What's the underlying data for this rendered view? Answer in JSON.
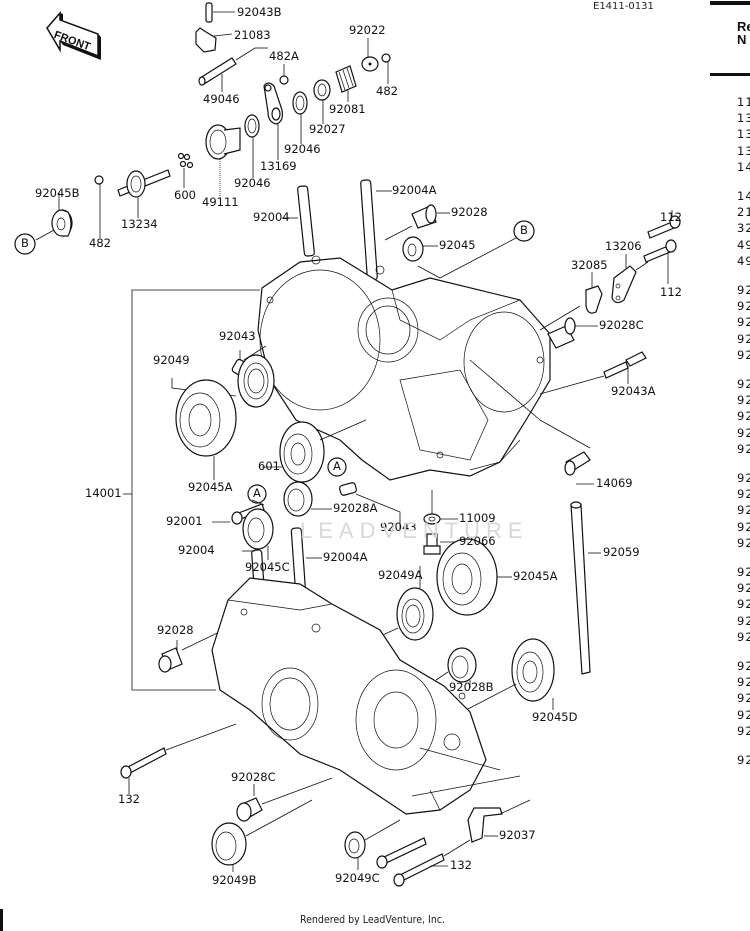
{
  "diagram": {
    "id": "E1411-0131",
    "title": "Crankcase",
    "front_arrow_label": "FRONT",
    "watermark": "LEADVENTURE",
    "footer": "Rendered by LeadVenture, Inc.",
    "callouts": [
      {
        "label": "92043B"
      },
      {
        "label": "21083"
      },
      {
        "label": "482A"
      },
      {
        "label": "92022"
      },
      {
        "label": "482"
      },
      {
        "label": "92081"
      },
      {
        "label": "92027"
      },
      {
        "label": "92046"
      },
      {
        "label": "13169"
      },
      {
        "label": "49046"
      },
      {
        "label": "92046"
      },
      {
        "label": "49111"
      },
      {
        "label": "600"
      },
      {
        "label": "13234"
      },
      {
        "label": "92045B"
      },
      {
        "label": "482"
      },
      {
        "label": "B"
      },
      {
        "label": "92004"
      },
      {
        "label": "92004A"
      },
      {
        "label": "92028"
      },
      {
        "label": "92045"
      },
      {
        "label": "B"
      },
      {
        "label": "112"
      },
      {
        "label": "13206"
      },
      {
        "label": "32085"
      },
      {
        "label": "112"
      },
      {
        "label": "92028C"
      },
      {
        "label": "92043"
      },
      {
        "label": "92049"
      },
      {
        "label": "92043A"
      },
      {
        "label": "601"
      },
      {
        "label": "A"
      },
      {
        "label": "14001"
      },
      {
        "label": "92045A"
      },
      {
        "label": "A"
      },
      {
        "label": "92001"
      },
      {
        "label": "92028A"
      },
      {
        "label": "14069"
      },
      {
        "label": "92043"
      },
      {
        "label": "11009"
      },
      {
        "label": "92004"
      },
      {
        "label": "92045C"
      },
      {
        "label": "92066"
      },
      {
        "label": "92004A"
      },
      {
        "label": "92049A"
      },
      {
        "label": "92045A"
      },
      {
        "label": "92059"
      },
      {
        "label": "92028"
      },
      {
        "label": "92028B"
      },
      {
        "label": "92045D"
      },
      {
        "label": "132"
      },
      {
        "label": "92028C"
      },
      {
        "label": "92037"
      },
      {
        "label": "92049B"
      },
      {
        "label": "92049C"
      },
      {
        "label": "132"
      }
    ]
  },
  "reference_panel": {
    "header_line1": "Re",
    "header_line2": "N",
    "groups": [
      [
        "11",
        "13",
        "13",
        "13",
        "14"
      ],
      [
        "14",
        "21",
        "32",
        "49",
        "49"
      ],
      [
        "92",
        "92",
        "92",
        "92",
        "92"
      ],
      [
        "92",
        "92",
        "92",
        "92",
        "92"
      ],
      [
        "92",
        "92",
        "92",
        "92",
        "92"
      ],
      [
        "92",
        "92",
        "92",
        "92",
        "92"
      ],
      [
        "92",
        "92",
        "92",
        "92",
        "92"
      ],
      [
        "92"
      ]
    ]
  }
}
